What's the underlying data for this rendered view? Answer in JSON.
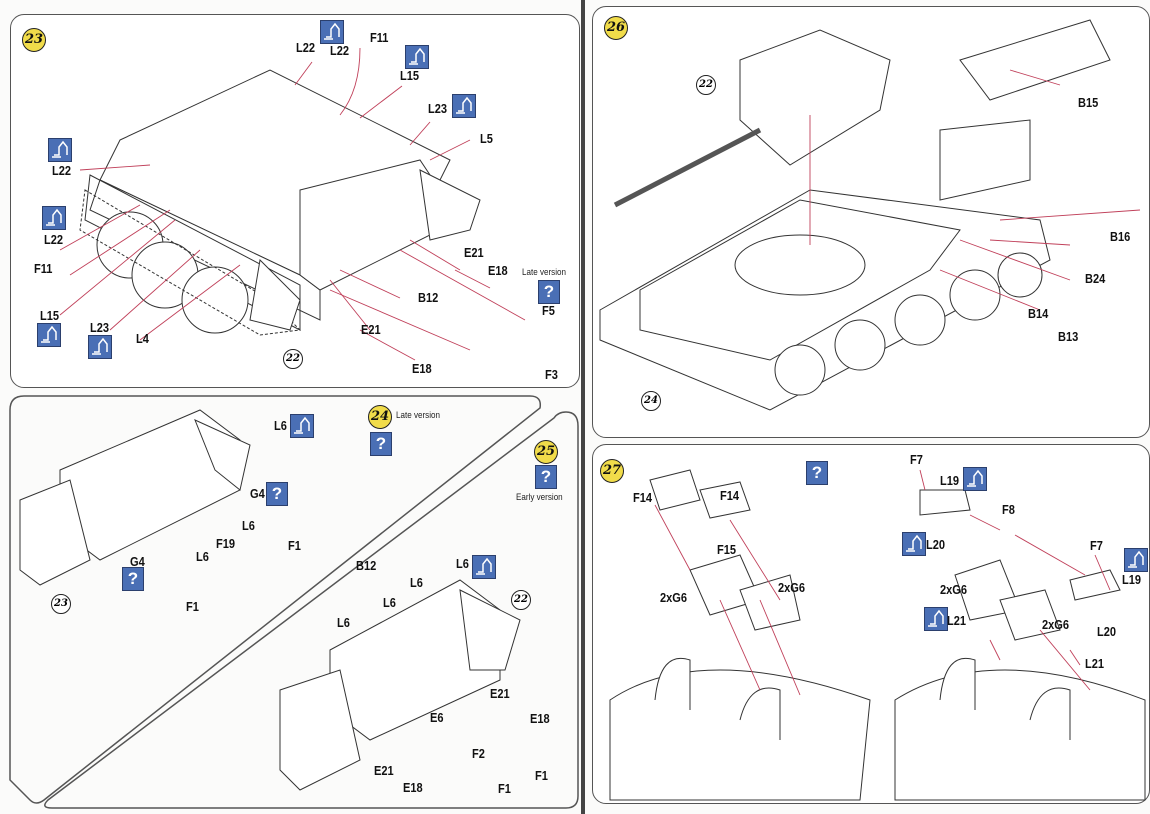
{
  "step23": {
    "number": "23",
    "ref": "22",
    "late_version": "Late version",
    "labels": [
      "L22",
      "L22",
      "F11",
      "L15",
      "L23",
      "L5",
      "L22",
      "L22",
      "F11",
      "L15",
      "L23",
      "L4",
      "E21",
      "E18",
      "F5",
      "B12",
      "E21",
      "E18",
      "F3"
    ],
    "question": "?"
  },
  "step24": {
    "number": "24",
    "ref": "23",
    "late_version": "Late version",
    "labels": [
      "L6",
      "G4",
      "L6",
      "F19",
      "F1",
      "L6",
      "G4",
      "F1"
    ],
    "question": "?"
  },
  "step25": {
    "number": "25",
    "ref": "22",
    "early_version": "Early version",
    "labels": [
      "B12",
      "L6",
      "L6",
      "L6",
      "L6",
      "E21",
      "E18",
      "E6",
      "F2",
      "F1",
      "E21",
      "E18",
      "F1"
    ],
    "question": "?"
  },
  "step26": {
    "number": "26",
    "refs": [
      "22",
      "24"
    ],
    "labels": [
      "B15",
      "B16",
      "B24",
      "B14",
      "B13"
    ]
  },
  "step27": {
    "number": "27",
    "question": "?",
    "labels": [
      "F14",
      "F14",
      "F15",
      "2xG6",
      "2xG6",
      "F7",
      "L19",
      "F8",
      "L20",
      "F7",
      "L19",
      "2xG6",
      "L21",
      "2xG6",
      "L20",
      "L21"
    ]
  },
  "icons": {
    "flip": "flip-part-icon",
    "question": "question-mark-icon"
  },
  "colors": {
    "accent_blue": "#4a6fb5",
    "step_yellow": "#f1dc4a",
    "arrow": "#c0405a"
  }
}
